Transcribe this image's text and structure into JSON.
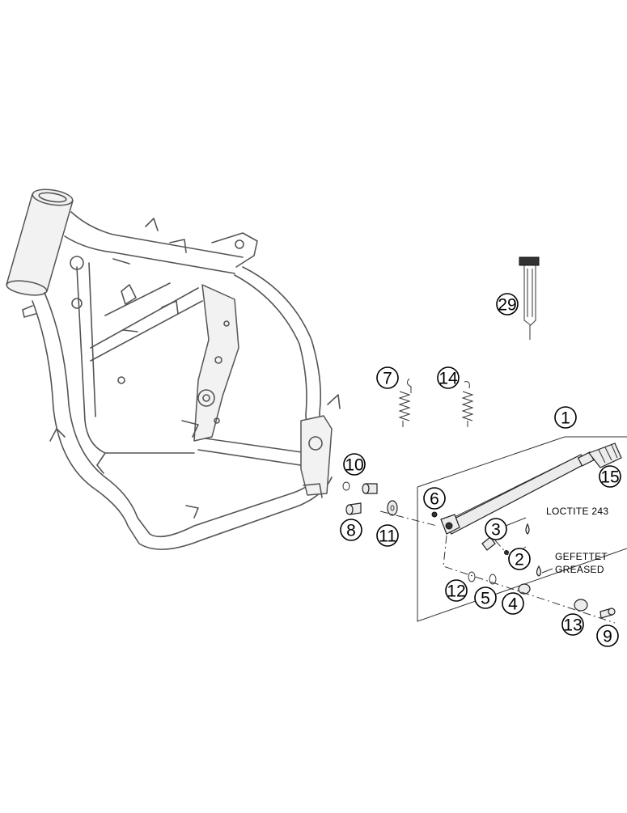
{
  "callouts": [
    {
      "id": "c1",
      "label": "1"
    },
    {
      "id": "c2",
      "label": "2"
    },
    {
      "id": "c3",
      "label": "3"
    },
    {
      "id": "c4",
      "label": "4"
    },
    {
      "id": "c5",
      "label": "5"
    },
    {
      "id": "c6",
      "label": "6"
    },
    {
      "id": "c7",
      "label": "7"
    },
    {
      "id": "c8",
      "label": "8"
    },
    {
      "id": "c9",
      "label": "9"
    },
    {
      "id": "c10",
      "label": "10"
    },
    {
      "id": "c11",
      "label": "11"
    },
    {
      "id": "c12",
      "label": "12"
    },
    {
      "id": "c13",
      "label": "13"
    },
    {
      "id": "c14",
      "label": "14"
    },
    {
      "id": "c15",
      "label": "15"
    },
    {
      "id": "c29",
      "label": "29"
    }
  ],
  "notes": {
    "loctite": "LOCTITE 243",
    "greased_de": "GEFETTET",
    "greased_en": "GREASED"
  }
}
